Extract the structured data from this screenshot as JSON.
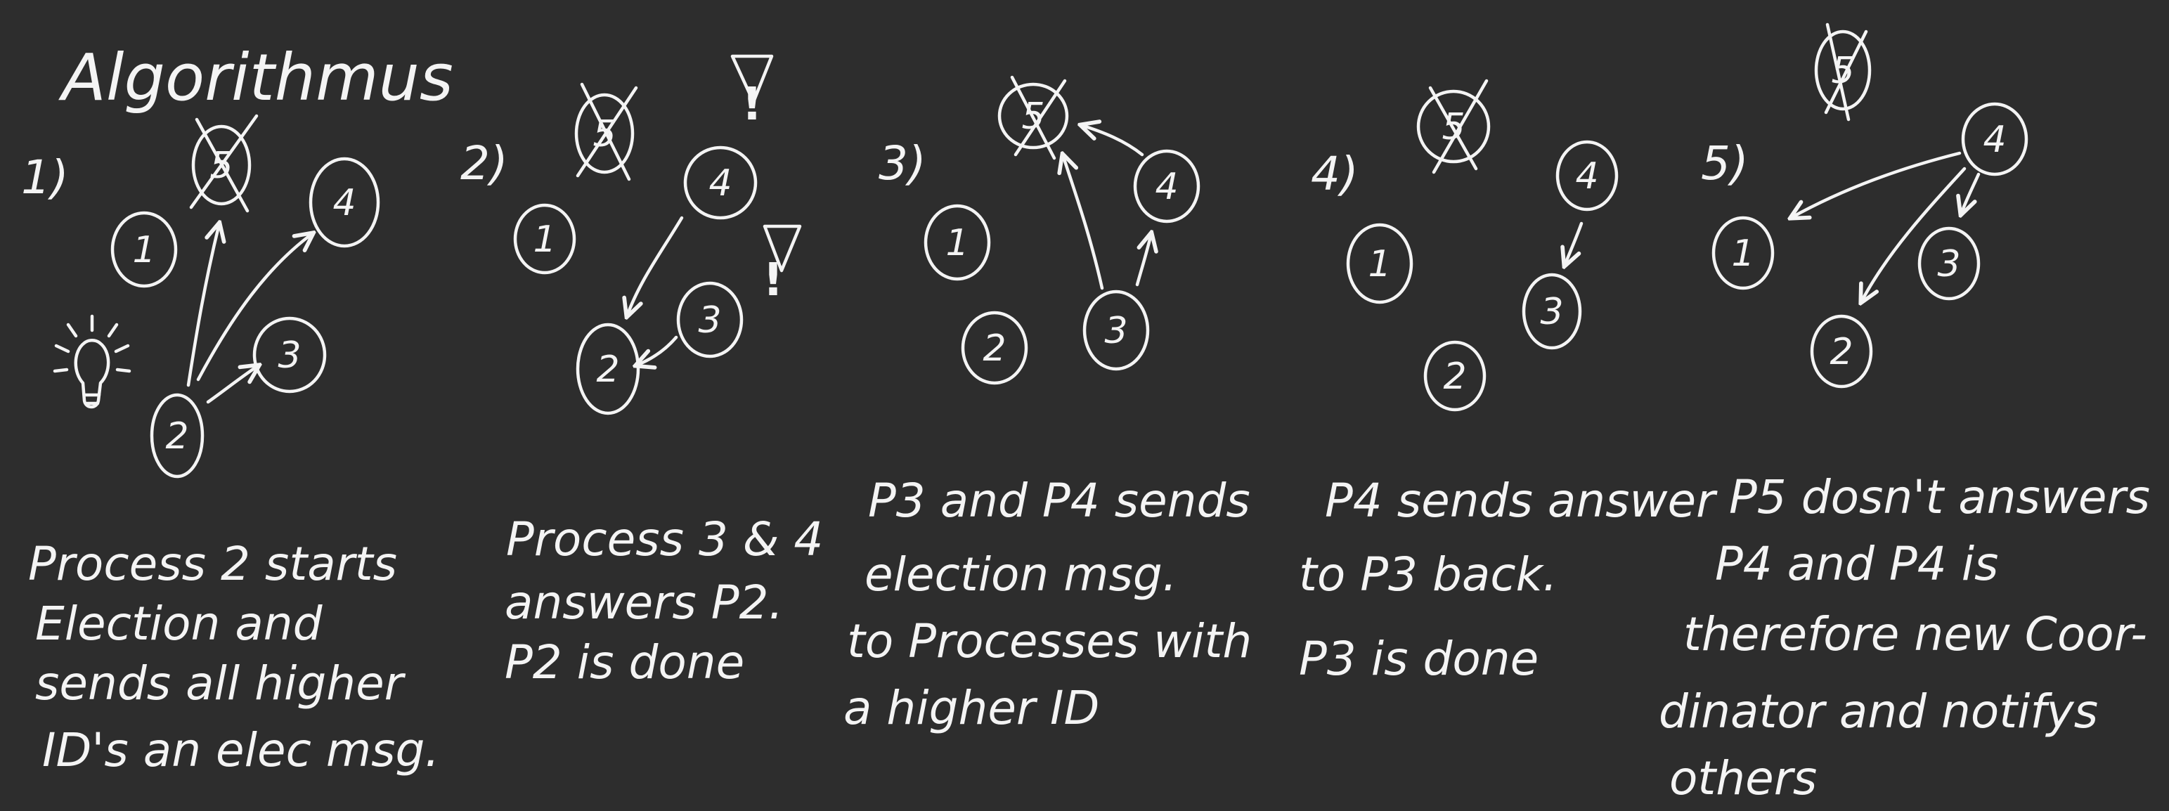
{
  "title": "Algorithmus",
  "panels": [
    {
      "step": "1)",
      "caption": [
        "Process 2 starts",
        "Election and",
        "sends all higher",
        "ID's an elec msg."
      ],
      "nodes": [
        {
          "id": "1",
          "label": "1",
          "crossed": false
        },
        {
          "id": "2",
          "label": "2",
          "crossed": false
        },
        {
          "id": "3",
          "label": "3",
          "crossed": false
        },
        {
          "id": "4",
          "label": "4",
          "crossed": false
        },
        {
          "id": "5",
          "label": "5",
          "crossed": true
        }
      ],
      "icons": [
        "lightbulb-icon"
      ]
    },
    {
      "step": "2)",
      "caption": [
        "Process 3 & 4",
        "answers P2.",
        "P2 is done"
      ],
      "nodes": [
        {
          "id": "1",
          "label": "1",
          "crossed": false
        },
        {
          "id": "2",
          "label": "2",
          "crossed": false
        },
        {
          "id": "3",
          "label": "3",
          "crossed": false
        },
        {
          "id": "4",
          "label": "4",
          "crossed": false
        },
        {
          "id": "5",
          "label": "5",
          "crossed": true
        }
      ],
      "warning": "!"
    },
    {
      "step": "3)",
      "caption": [
        "P3 and P4 sends",
        "election msg.",
        "to Processes with",
        "a higher ID"
      ],
      "nodes": [
        {
          "id": "1",
          "label": "1",
          "crossed": false
        },
        {
          "id": "2",
          "label": "2",
          "crossed": false
        },
        {
          "id": "3",
          "label": "3",
          "crossed": false
        },
        {
          "id": "4",
          "label": "4",
          "crossed": false
        },
        {
          "id": "5",
          "label": "5",
          "crossed": true
        }
      ]
    },
    {
      "step": "4)",
      "caption": [
        "P4 sends answer",
        "to P3 back.",
        "P3 is done"
      ],
      "nodes": [
        {
          "id": "1",
          "label": "1",
          "crossed": false
        },
        {
          "id": "2",
          "label": "2",
          "crossed": false
        },
        {
          "id": "3",
          "label": "3",
          "crossed": false
        },
        {
          "id": "4",
          "label": "4",
          "crossed": false
        },
        {
          "id": "5",
          "label": "5",
          "crossed": true
        }
      ]
    },
    {
      "step": "5)",
      "caption": [
        "P5 dosn't answers",
        "P4 and P4 is",
        "therefore new Coor-",
        "dinator and notifys",
        "others"
      ],
      "nodes": [
        {
          "id": "1",
          "label": "1",
          "crossed": false
        },
        {
          "id": "2",
          "label": "2",
          "crossed": false
        },
        {
          "id": "3",
          "label": "3",
          "crossed": false
        },
        {
          "id": "4",
          "label": "4",
          "crossed": false
        },
        {
          "id": "5",
          "label": "5",
          "crossed": true
        }
      ]
    }
  ]
}
